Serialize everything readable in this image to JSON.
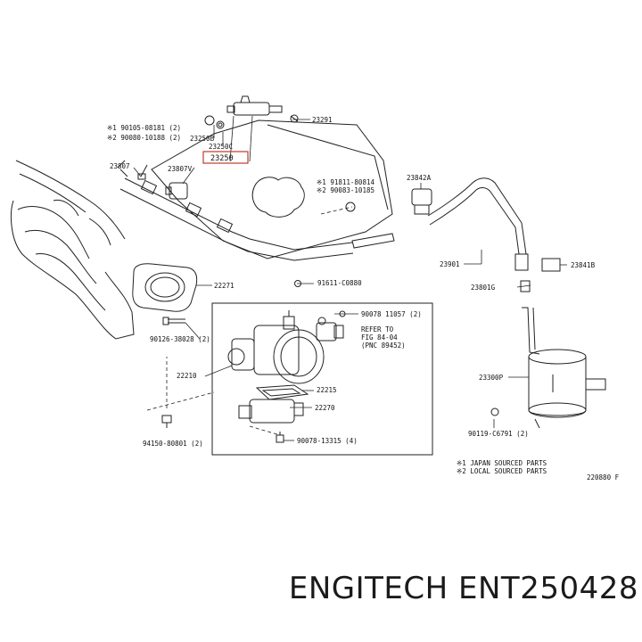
{
  "diagram": {
    "labels": {
      "p23291": "23291",
      "p23250b": "23250B",
      "p23250c": "23250C",
      "p23250": "23250",
      "note_top_1": "※1 90105-08181 (2)",
      "note_top_2": "※2 90080-10188 (2)",
      "p23807": "23807",
      "p23807v": "23807V",
      "note_right_1": "※1 91811-80814",
      "note_right_2": "※2 90083-10185",
      "p23842a": "23842A",
      "p22271": "22271",
      "p23901": "23901",
      "p23841b": "23841B",
      "p91611": "91611-C0880",
      "p23801g": "23801G",
      "p90078a": "90078 11057 (2)",
      "refer_1": "REFER TO",
      "refer_2": "FIG 84-04",
      "refer_3": "(PNC 89452)",
      "p90126": "90126-38028 (2)",
      "p22210": "22210",
      "p22215": "22215",
      "p23300p": "23300P",
      "p22270": "22270",
      "p90119": "90119-C6791 (2)",
      "p94150": "94150-80801 (2)",
      "p90078b": "90078-13315 (4)",
      "legend_1": "※1 JAPAN SOURCED PARTS",
      "legend_2": "※2 LOCAL SOURCED PARTS",
      "fig_code": "220880 F"
    }
  },
  "footer": {
    "brand": "ENGITECH ENT250428"
  },
  "colors": {
    "line": "#222222",
    "highlight_box": "#c0392b"
  }
}
